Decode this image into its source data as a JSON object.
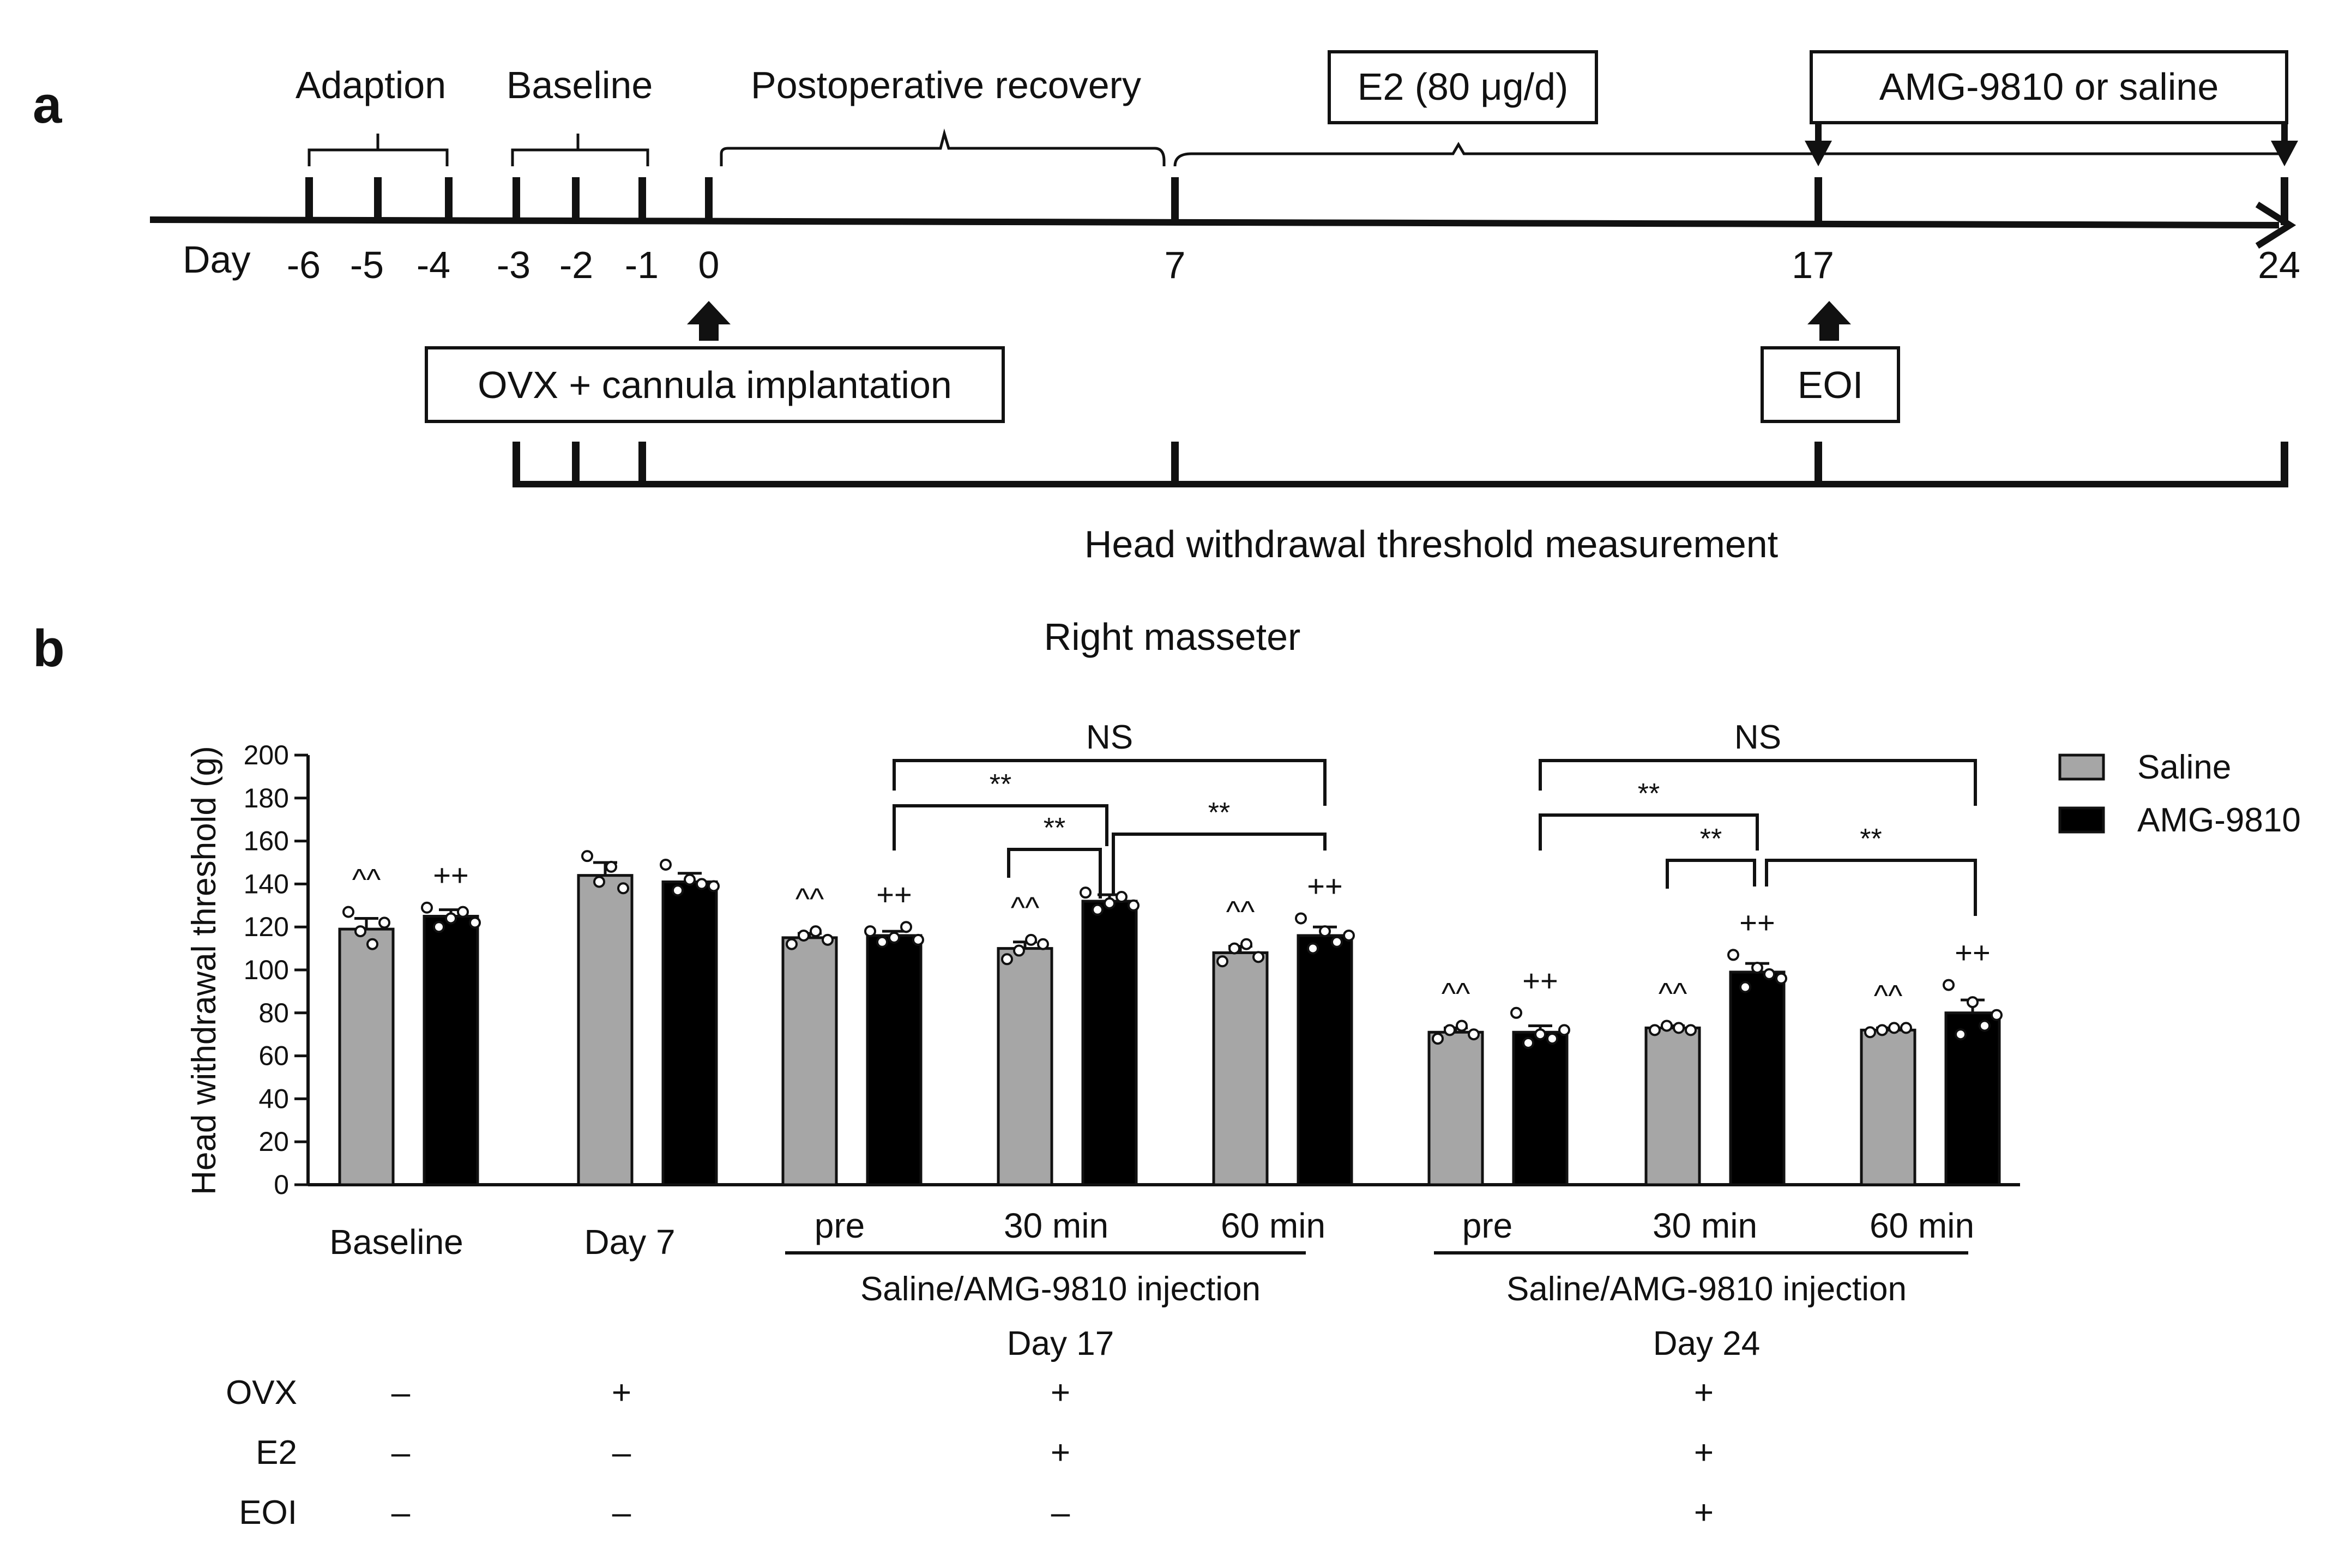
{
  "panel_a": {
    "label": "a",
    "day_word": "Day",
    "days": [
      "-6",
      "-5",
      "-4",
      "-3",
      "-2",
      "-1",
      "0",
      "7",
      "17",
      "24"
    ],
    "brace_labels": {
      "adaption": "Adaption",
      "baseline": "Baseline",
      "recovery": "Postoperative recovery",
      "e2": "E2 (80 μg/d)",
      "drug": "AMG-9810 or saline"
    },
    "boxes": {
      "ovx": "OVX + cannula implantation",
      "eoi": "EOI"
    },
    "measurement_label": "Head withdrawal threshold measurement"
  },
  "panel_b": {
    "label": "b",
    "conditions": {
      "rows": [
        "OVX",
        "E2",
        "EOI"
      ],
      "marks": [
        [
          "–",
          "+",
          "+",
          "+"
        ],
        [
          "–",
          "–",
          "+",
          "+"
        ],
        [
          "–",
          "–",
          "–",
          "+"
        ]
      ]
    }
  },
  "colors": {
    "saline": "#a6a6a6",
    "amg": "#000000"
  },
  "chart_data": {
    "type": "bar",
    "title": "Right masseter",
    "ylabel": "Head withdrawal threshold (g)",
    "ylim": [
      0,
      200
    ],
    "yticks": [
      "0",
      "20",
      "40",
      "60",
      "80",
      "100",
      "120",
      "140",
      "160",
      "180",
      "200"
    ],
    "groups": [
      "Baseline",
      "Day 7",
      "pre",
      "30 min",
      "60 min",
      "pre",
      "30 min",
      "60 min"
    ],
    "group_captions": [
      "Saline/AMG-9810 injection",
      "Saline/AMG-9810 injection"
    ],
    "day_labels": [
      "Day 17",
      "Day 24"
    ],
    "series": [
      {
        "name": "Saline",
        "values": [
          119,
          144,
          115,
          110,
          108,
          71,
          73,
          72
        ],
        "errors": [
          5,
          6,
          2,
          3,
          3,
          2,
          1,
          1
        ],
        "annotations": [
          "^^",
          "",
          "^^",
          "^^",
          "^^",
          "^^",
          "^^",
          "^^"
        ],
        "points": [
          [
            127,
            118,
            112,
            122
          ],
          [
            153,
            141,
            148,
            138
          ],
          [
            112,
            116,
            118,
            114
          ],
          [
            105,
            109,
            114,
            112
          ],
          [
            104,
            110,
            112,
            106
          ],
          [
            68,
            72,
            74,
            70
          ],
          [
            72,
            74,
            73,
            72
          ],
          [
            71,
            72,
            73,
            73
          ]
        ]
      },
      {
        "name": "AMG-9810",
        "values": [
          125,
          141,
          116,
          132,
          116,
          71,
          99,
          80
        ],
        "errors": [
          3,
          4,
          2,
          3,
          4,
          3,
          4,
          6
        ],
        "annotations": [
          "++",
          "",
          "++",
          "",
          "++",
          "++",
          "++",
          "++"
        ],
        "points": [
          [
            129,
            120,
            124,
            127,
            122
          ],
          [
            149,
            137,
            142,
            140,
            139
          ],
          [
            118,
            113,
            115,
            120,
            114
          ],
          [
            136,
            128,
            131,
            134,
            130
          ],
          [
            124,
            110,
            118,
            113,
            116
          ],
          [
            80,
            66,
            70,
            68,
            72
          ],
          [
            107,
            92,
            101,
            98,
            96
          ],
          [
            93,
            70,
            85,
            74,
            79
          ]
        ]
      }
    ],
    "significance": [
      "NS",
      "**",
      "**",
      "**",
      "NS",
      "**",
      "**",
      "**"
    ],
    "legend": [
      "Saline",
      "AMG-9810"
    ],
    "legend_position": "top-right"
  }
}
